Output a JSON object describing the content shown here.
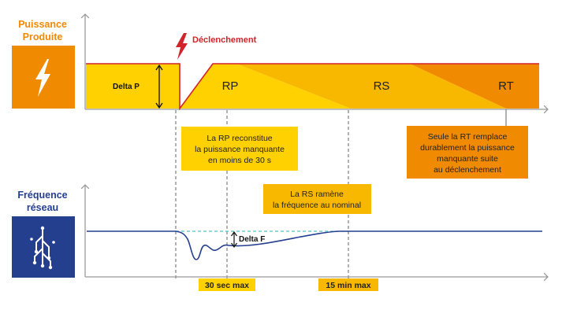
{
  "colors": {
    "orange": "#F08A00",
    "yellow": "#FFD100",
    "yellow_mid": "#F9B800",
    "orange_light": "#F4A100",
    "red": "#D2232A",
    "blue": "#253F8F",
    "axis_gray": "#9A9A9A",
    "dash_teal": "#4FC3C8"
  },
  "power_panel": {
    "title_line1": "Puissance",
    "title_line2": "Produite",
    "icon": "lightning-icon"
  },
  "frequency_panel": {
    "title_line1": "Fréquence",
    "title_line2": "réseau",
    "icon": "circuit-tree-icon"
  },
  "trip": {
    "label": "Déclenchement",
    "icon": "lightning-red-icon"
  },
  "power_chart": {
    "delta_label": "Delta P",
    "rp_label": "RP",
    "rs_label": "RS",
    "rt_label": "RT"
  },
  "callouts": {
    "rp_line1": "La RP reconstitue",
    "rp_line2": "la puissance manquante",
    "rp_line3": "en moins de 30 s",
    "rs_line1": "La RS ramène",
    "rs_line2": "la fréquence au nominal",
    "rt_line1": "Seule la RT remplace",
    "rt_line2": "durablement la puissance",
    "rt_line3": "manquante suite",
    "rt_line4": "au déclenchement"
  },
  "frequency_chart": {
    "delta_label": "Delta F"
  },
  "timeline": {
    "t1_label": "30 sec max",
    "t2_label": "15 min max"
  }
}
